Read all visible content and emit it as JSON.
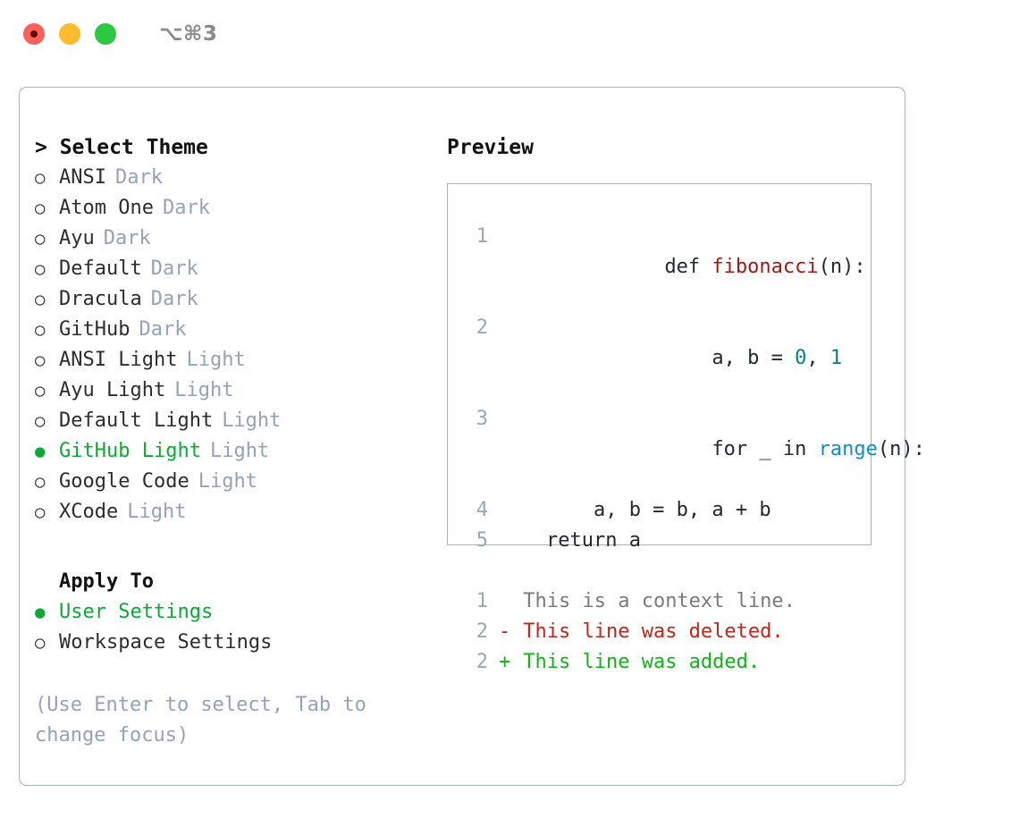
{
  "titlebar": {
    "lights": [
      "close-red",
      "minimize-yellow",
      "zoom-green"
    ],
    "shortcut": "⌥⌘3"
  },
  "theme_picker": {
    "header": "> Select Theme",
    "marker_unselected": "○",
    "marker_selected": "●",
    "accent_color": "#0aab34",
    "tag_color": "#96a3b4",
    "items": [
      {
        "name": "ANSI",
        "tag": "Dark",
        "selected": false
      },
      {
        "name": "Atom One",
        "tag": "Dark",
        "selected": false
      },
      {
        "name": "Ayu",
        "tag": "Dark",
        "selected": false
      },
      {
        "name": "Default",
        "tag": "Dark",
        "selected": false
      },
      {
        "name": "Dracula",
        "tag": "Dark",
        "selected": false
      },
      {
        "name": "GitHub",
        "tag": "Dark",
        "selected": false
      },
      {
        "name": "ANSI Light",
        "tag": "Light",
        "selected": false
      },
      {
        "name": "Ayu Light",
        "tag": "Light",
        "selected": false
      },
      {
        "name": "Default Light",
        "tag": "Light",
        "selected": false
      },
      {
        "name": "GitHub Light",
        "tag": "Light",
        "selected": true
      },
      {
        "name": "Google Code",
        "tag": "Light",
        "selected": false
      },
      {
        "name": "XCode",
        "tag": "Light",
        "selected": false
      }
    ]
  },
  "apply_to": {
    "header": "Apply To",
    "options": [
      {
        "name": "User Settings",
        "selected": true
      },
      {
        "name": "Workspace Settings",
        "selected": false
      }
    ]
  },
  "hint": "(Use Enter to select, Tab to change focus)",
  "preview": {
    "title": "Preview",
    "code": [
      {
        "lineno": "1",
        "parts": [
          {
            "text": "def ",
            "kind": "plain"
          },
          {
            "text": "fibonacci",
            "kind": "func"
          },
          {
            "text": "(n):",
            "kind": "plain"
          }
        ]
      },
      {
        "lineno": "2",
        "parts": [
          {
            "text": "    a, b = ",
            "kind": "plain"
          },
          {
            "text": "0",
            "kind": "num"
          },
          {
            "text": ", ",
            "kind": "plain"
          },
          {
            "text": "1",
            "kind": "num"
          }
        ]
      },
      {
        "lineno": "3",
        "parts": [
          {
            "text": "    for _ in ",
            "kind": "plain"
          },
          {
            "text": "range",
            "kind": "call"
          },
          {
            "text": "(n):",
            "kind": "plain"
          }
        ]
      },
      {
        "lineno": "4",
        "parts": [
          {
            "text": "        a, b = b, a + b",
            "kind": "plain"
          }
        ]
      },
      {
        "lineno": "5",
        "parts": [
          {
            "text": "    return a",
            "kind": "plain"
          }
        ]
      }
    ],
    "diff": [
      {
        "lineno": "1",
        "sign": " ",
        "text": "This is a context line.",
        "kind": "ctx"
      },
      {
        "lineno": "2",
        "sign": "-",
        "text": "This line was deleted.",
        "kind": "del"
      },
      {
        "lineno": "2",
        "sign": "+",
        "text": "This line was added.",
        "kind": "add"
      }
    ]
  }
}
